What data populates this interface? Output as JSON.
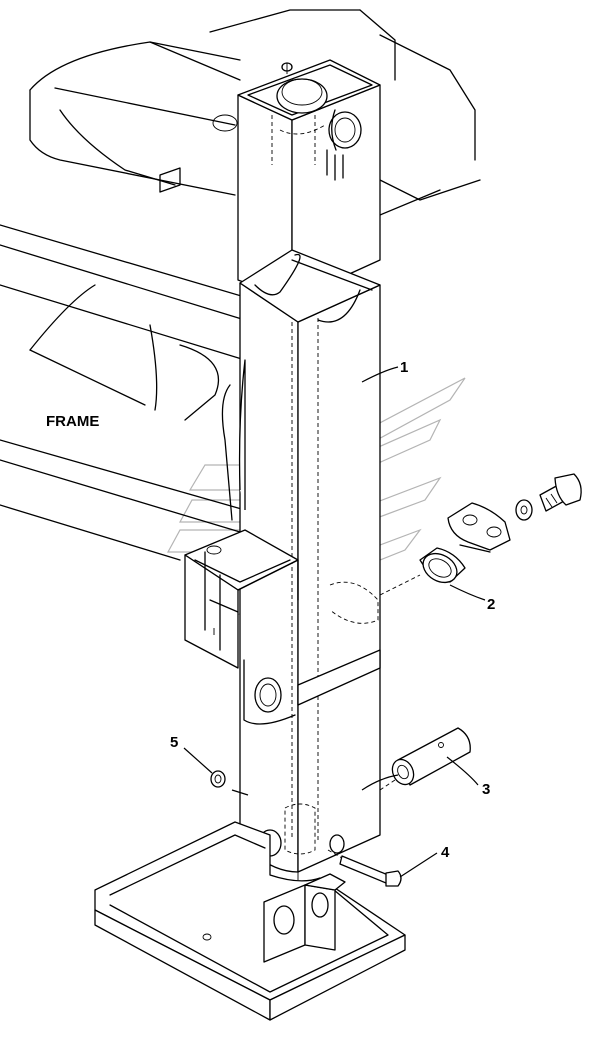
{
  "labels": {
    "frame": "FRAME",
    "callouts": [
      {
        "id": "part-1",
        "text": "1"
      },
      {
        "id": "part-2",
        "text": "2"
      },
      {
        "id": "part-3",
        "text": "3"
      },
      {
        "id": "part-4",
        "text": "4"
      },
      {
        "id": "part-5",
        "text": "5"
      }
    ]
  },
  "colors": {
    "line": "#000000",
    "background": "#ffffff",
    "watermark": "#b4b4b4"
  }
}
